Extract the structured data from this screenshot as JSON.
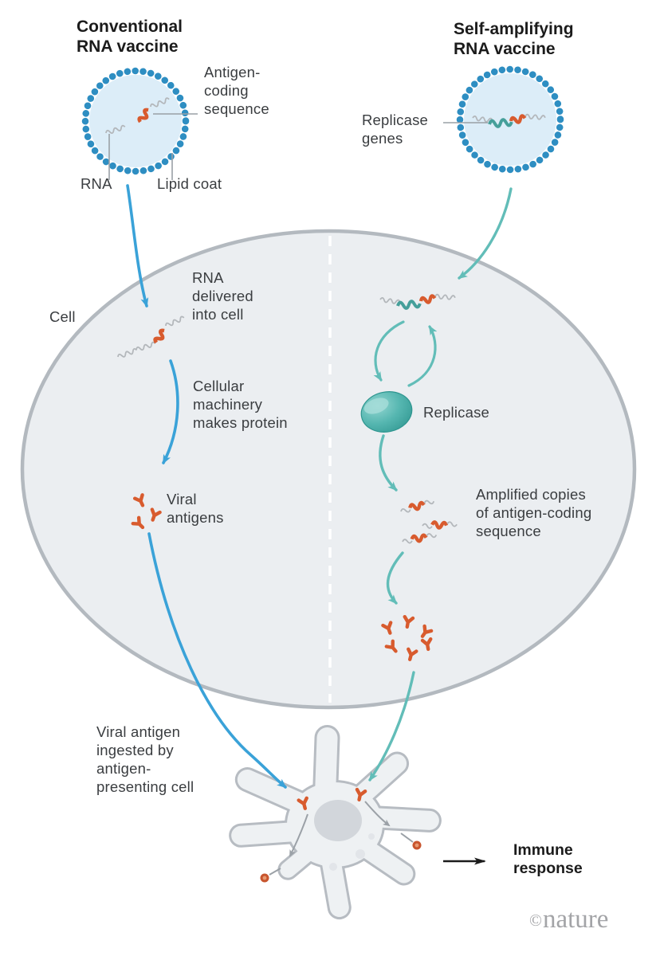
{
  "left_panel": {
    "title": "Conventional\nRNA vaccine",
    "antigen_coding_label": "Antigen-\ncoding\nsequence",
    "rna_label": "RNA",
    "lipid_coat_label": "Lipid coat",
    "rna_delivered_label": "RNA\ndelivered\ninto cell",
    "cellular_machinery_label": "Cellular\nmachinery\nmakes protein",
    "viral_antigens_label": "Viral\nantigens",
    "ingested_label": "Viral antigen\ningested by\nantigen-\npresenting cell"
  },
  "right_panel": {
    "title": "Self-amplifying\nRNA vaccine",
    "replicase_genes_label": "Replicase\ngenes",
    "replicase_label": "Replicase",
    "amplified_label": "Amplified copies\nof antigen-coding\nsequence"
  },
  "cell": {
    "label": "Cell"
  },
  "outcome": {
    "immune_response_label": "Immune\nresponse"
  },
  "credit": {
    "symbol": "©",
    "word": "nature"
  },
  "colors": {
    "blue_arrow": "#3aa2d8",
    "teal_arrow": "#62bdb8",
    "teal_strand": "#459f9a",
    "orange_antigen": "#d85b2e",
    "lipid_dot_blue": "#2e8ec2",
    "lnp_fill": "#dcedf8",
    "cell_fill": "#ebeef1",
    "membrane_gray": "#b3b9bf",
    "replicase_teal": "#4db1ab",
    "text_dark": "#1b1b1b",
    "text_gray": "#3a3d40",
    "credit_gray": "#a3a4a7"
  }
}
